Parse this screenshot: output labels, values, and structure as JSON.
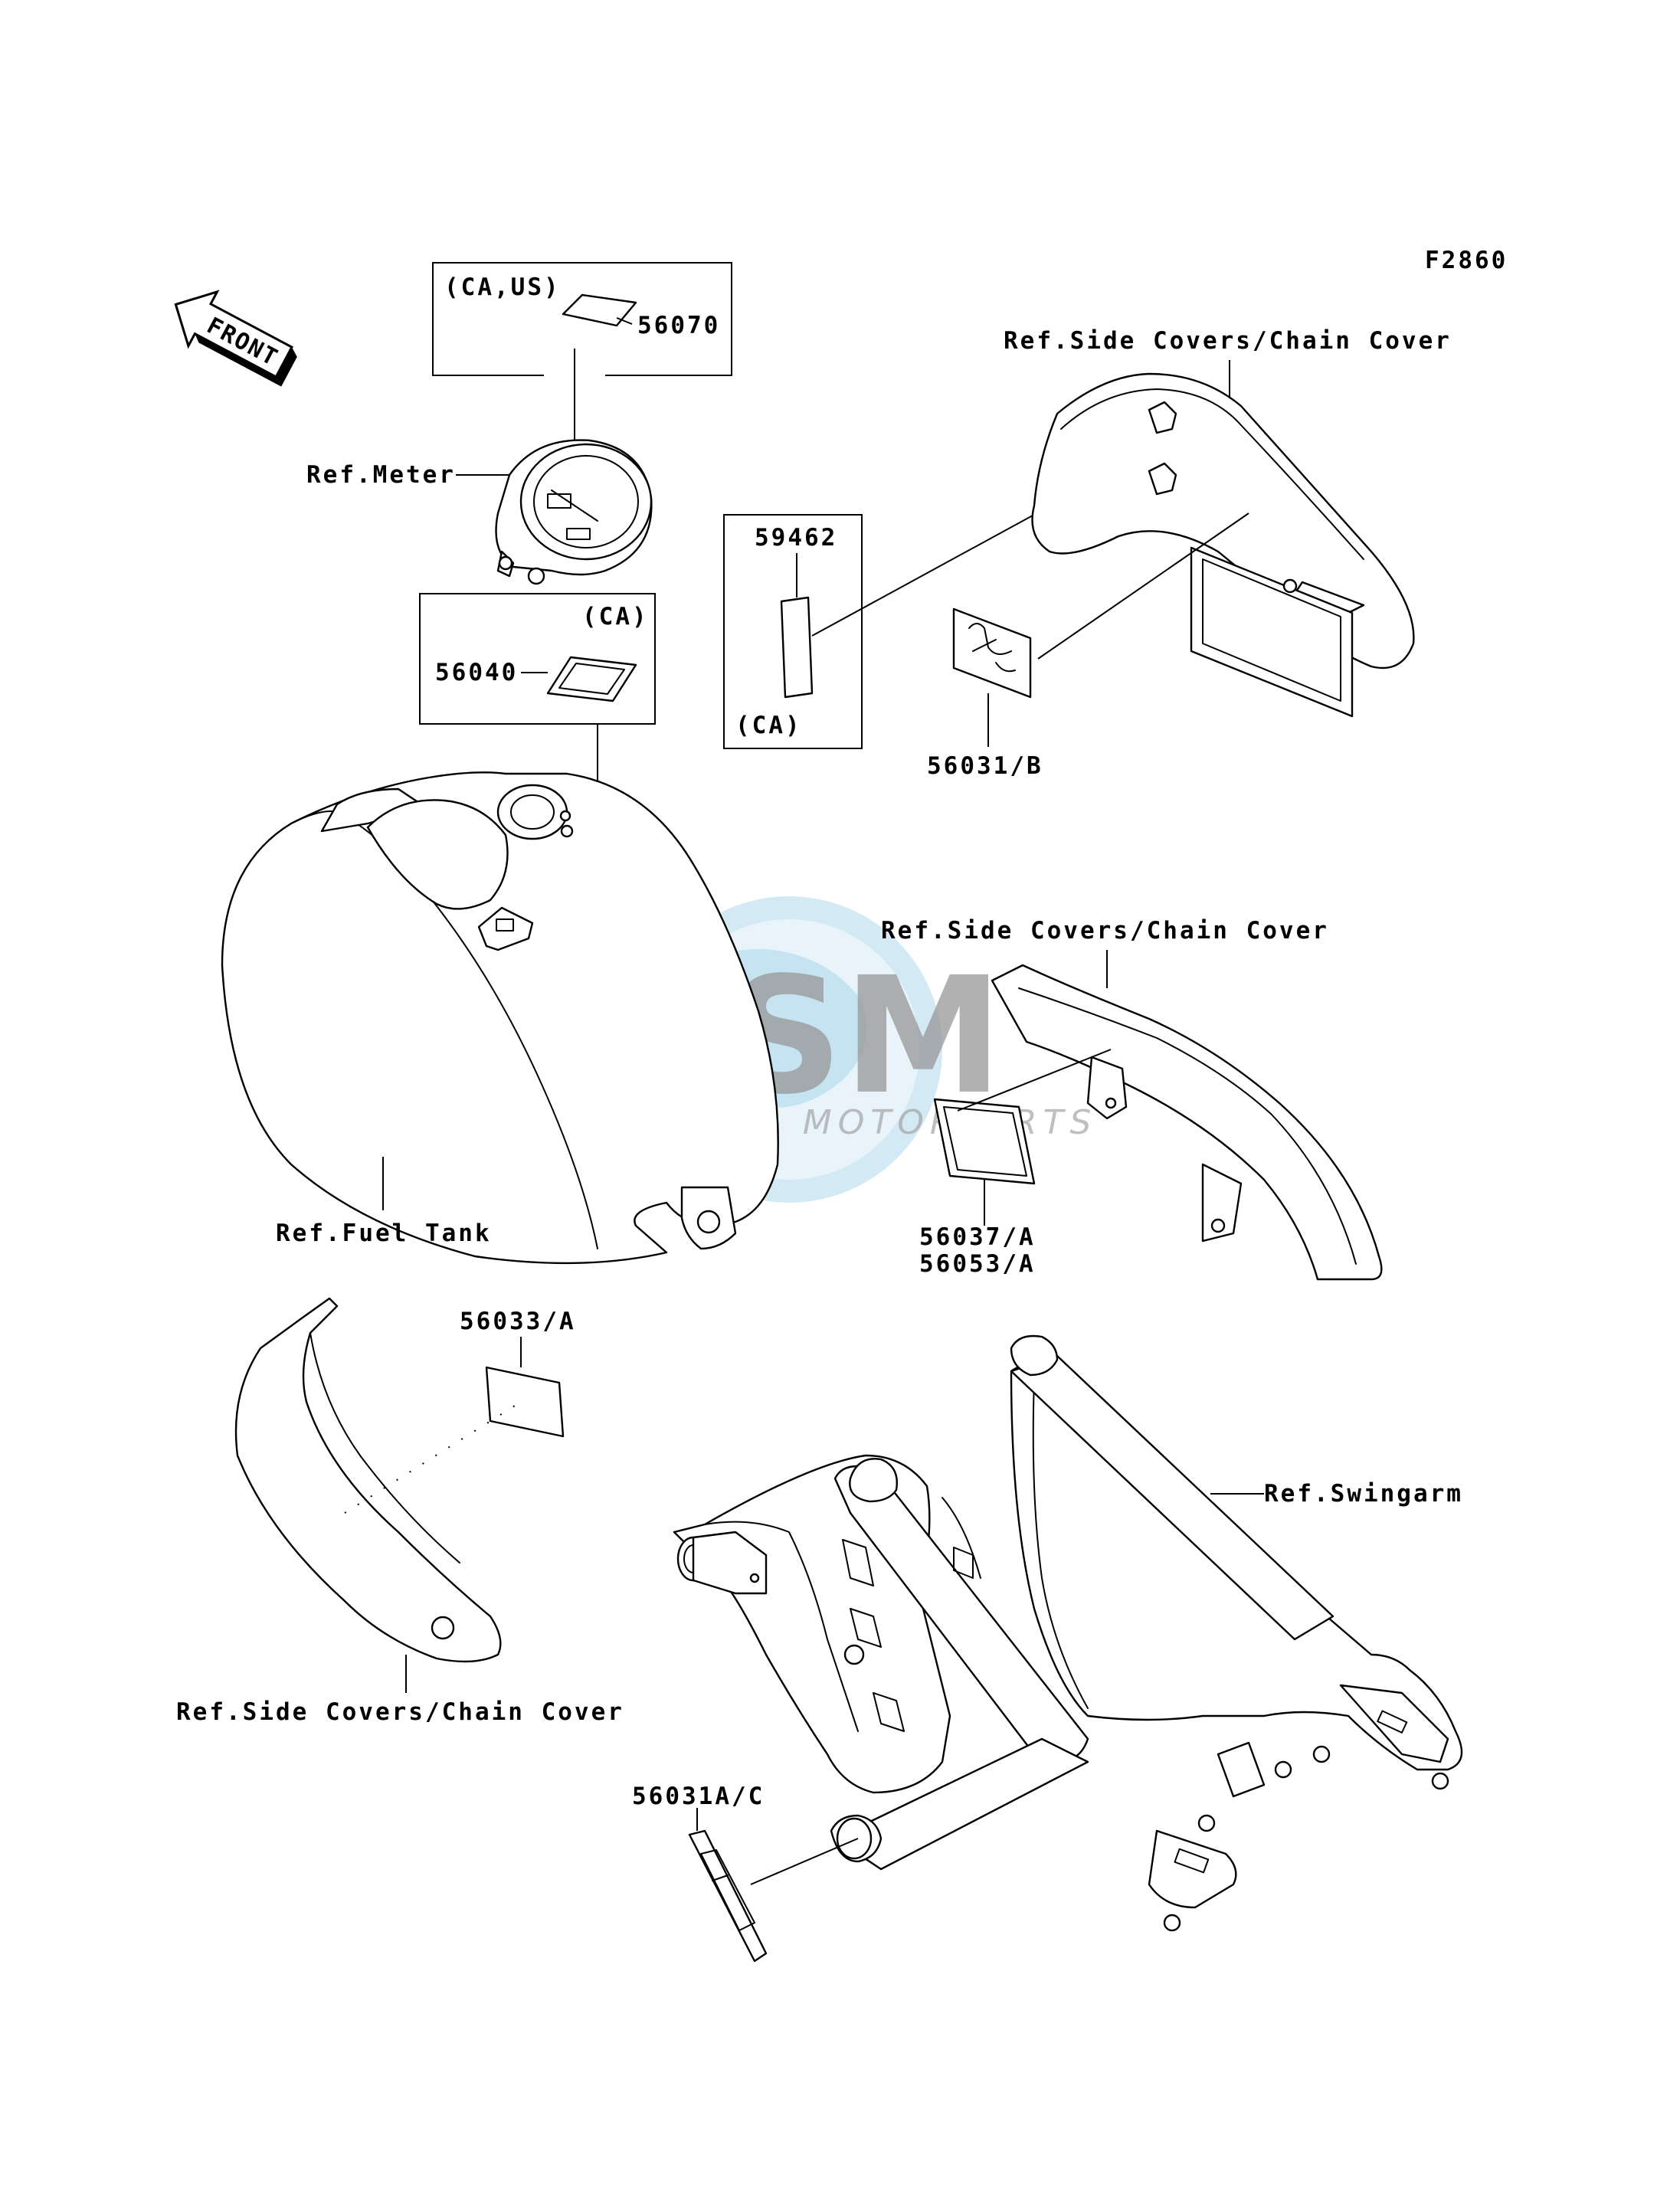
{
  "diagram_code": "F2860",
  "front_badge": "FRONT",
  "watermark": {
    "brand": "OSM",
    "sub": "MOTORPARTS",
    "colors": {
      "globe": "#cfe8f5",
      "text": "#8c8c8c"
    }
  },
  "labels": {
    "ca_us": "(CA,US)",
    "p56070": "56070",
    "ref_meter": "Ref.Meter",
    "ca_1": "(CA)",
    "p56040": "56040",
    "p59462": "59462",
    "ca_2": "(CA)",
    "ref_side_covers_1": "Ref.Side Covers/Chain Cover",
    "p56031_b": "56031/B",
    "ref_side_covers_2": "Ref.Side Covers/Chain Cover",
    "ref_fuel_tank": "Ref.Fuel Tank",
    "p56037_a": "56037/A",
    "p56053_a": "56053/A",
    "p56033_a": "56033/A",
    "ref_swingarm": "Ref.Swingarm",
    "ref_side_covers_3": "Ref.Side Covers/Chain Cover",
    "p56031a_c": "56031A/C"
  }
}
